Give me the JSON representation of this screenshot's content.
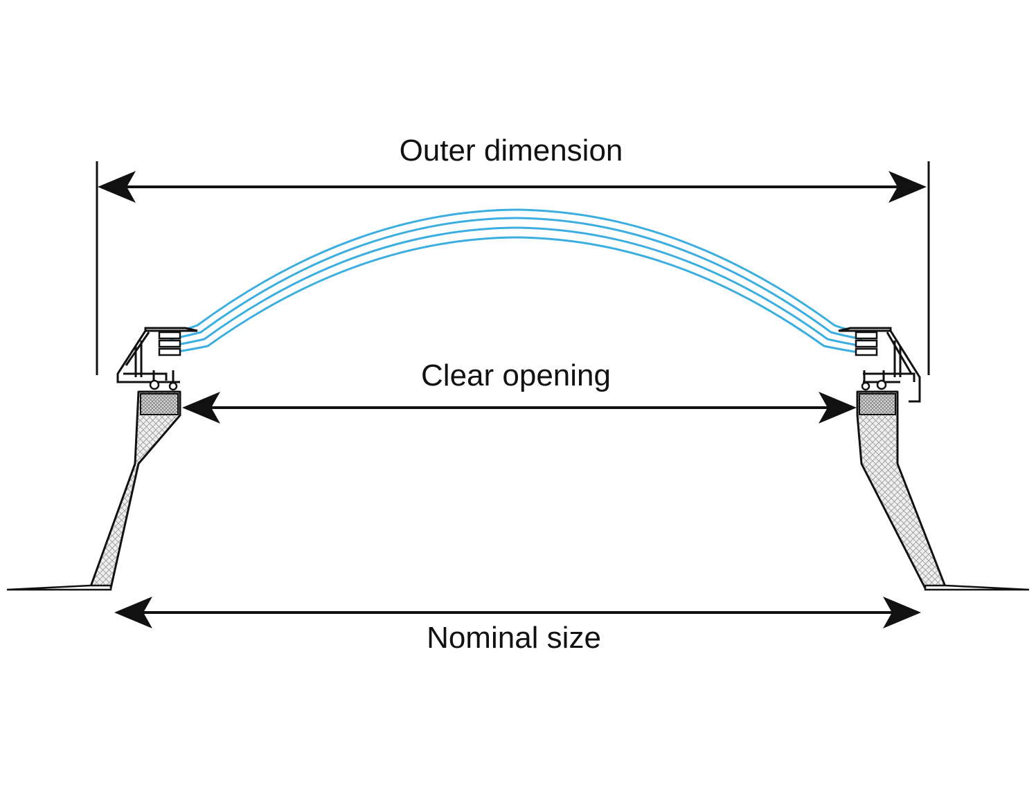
{
  "labels": {
    "outer": "Outer dimension",
    "clear": "Clear opening",
    "nominal": "Nominal size"
  },
  "colors": {
    "dome": "#3aaee0",
    "ink": "#111111",
    "hatch": "#9a9a9a",
    "upstand_fill": "#efefef",
    "seal_fill": "#cfcfcf"
  }
}
